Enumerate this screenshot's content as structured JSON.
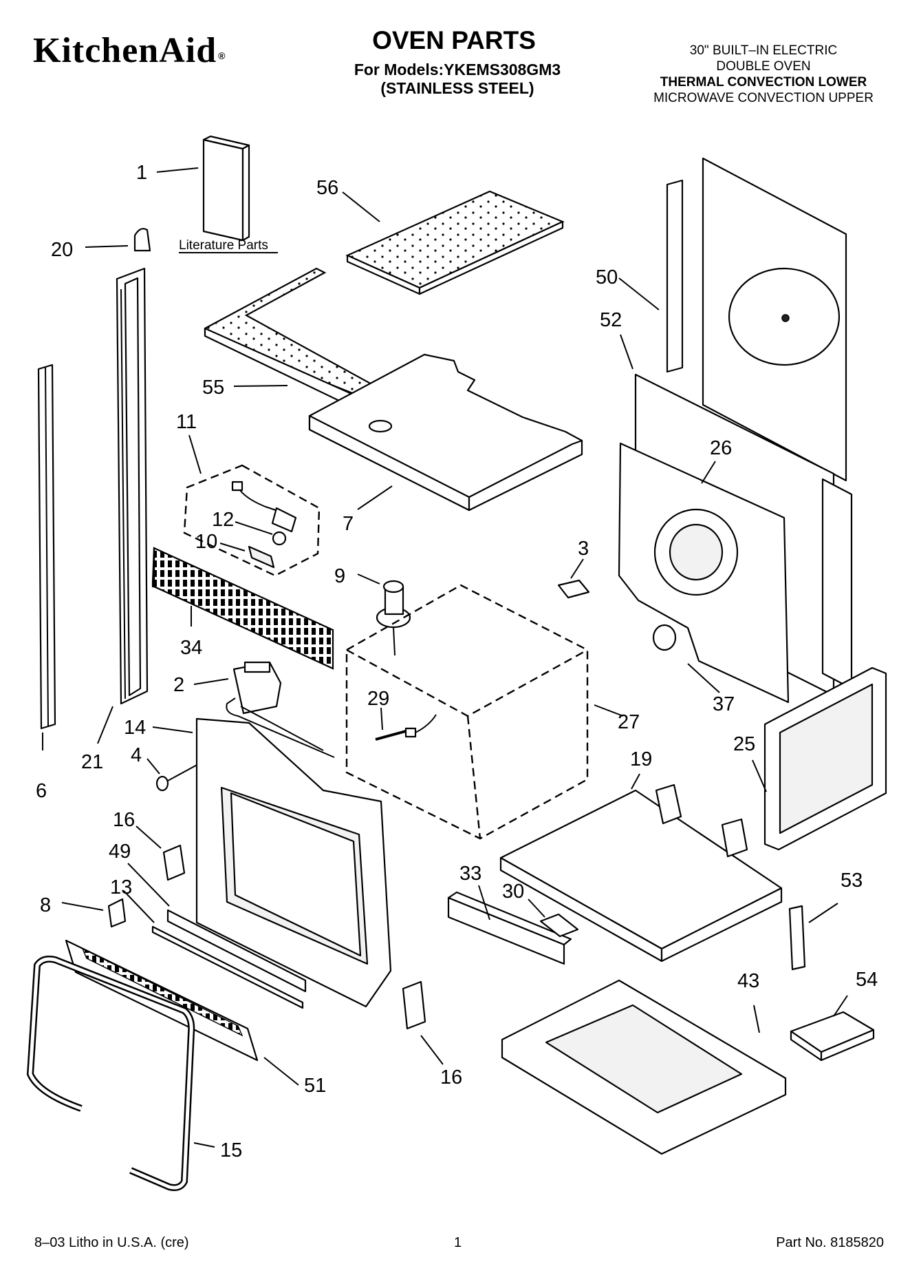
{
  "header": {
    "brand": "KitchenAid",
    "brand_mark": "®",
    "title": "OVEN PARTS",
    "models_line": "For Models:YKEMS308GM3",
    "finish": "(STAINLESS STEEL)",
    "desc_line1": "30\" BUILT–IN ELECTRIC",
    "desc_line2": "DOUBLE OVEN",
    "desc_line3": "THERMAL CONVECTION LOWER",
    "desc_line4": "MICROWAVE CONVECTION UPPER"
  },
  "diagram": {
    "literature_label": "Literature Parts",
    "callouts": [
      "1",
      "2",
      "3",
      "4",
      "6",
      "7",
      "8",
      "9",
      "10",
      "11",
      "12",
      "13",
      "14",
      "15",
      "16",
      "16",
      "19",
      "20",
      "21",
      "25",
      "26",
      "27",
      "29",
      "30",
      "33",
      "34",
      "37",
      "43",
      "49",
      "50",
      "51",
      "52",
      "53",
      "54",
      "55",
      "56"
    ]
  },
  "footer": {
    "litho": "8–03 Litho in U.S.A. (cre)",
    "page": "1",
    "part_no": "Part No. 8185820"
  }
}
